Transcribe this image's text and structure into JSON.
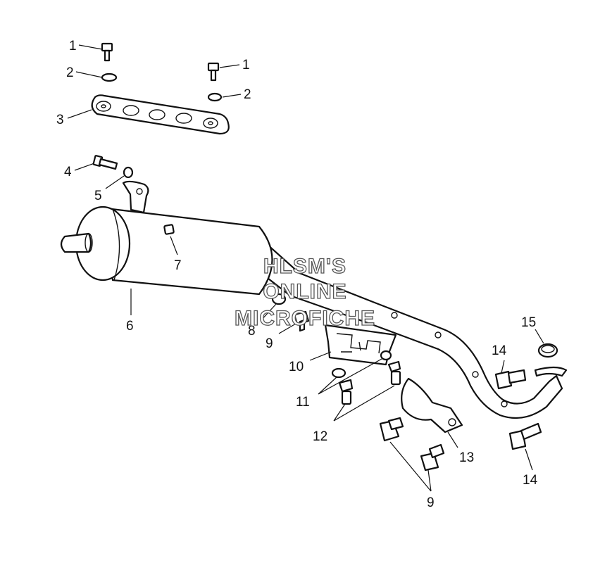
{
  "watermark": {
    "line1": "HLSM'S",
    "line2": "ONLINE",
    "line3": "MICROFICHE"
  },
  "callouts": {
    "c1a": "1",
    "c1b": "1",
    "c2a": "2",
    "c2b": "2",
    "c3": "3",
    "c4": "4",
    "c5": "5",
    "c6": "6",
    "c7": "7",
    "c8": "8",
    "c9a": "9",
    "c9b": "9",
    "c10": "10",
    "c11": "11",
    "c12": "12",
    "c13": "13",
    "c14a": "14",
    "c14b": "14",
    "c15": "15"
  }
}
